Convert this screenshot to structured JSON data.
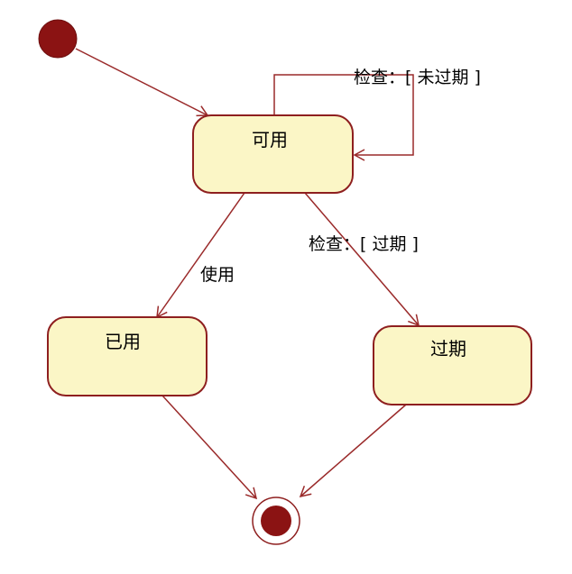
{
  "states": {
    "available": "可用",
    "used": "已用",
    "expired": "过期"
  },
  "transitions": {
    "check_not_expired": "检查：[ 未过期 ]",
    "check_expired": "检查：[ 过期 ]",
    "use": "使用"
  },
  "colors": {
    "state_fill": "#fbf6c6",
    "state_stroke": "#8e1f1f",
    "pseudo_state": "#8b1313",
    "edge": "#9a2a2a"
  }
}
